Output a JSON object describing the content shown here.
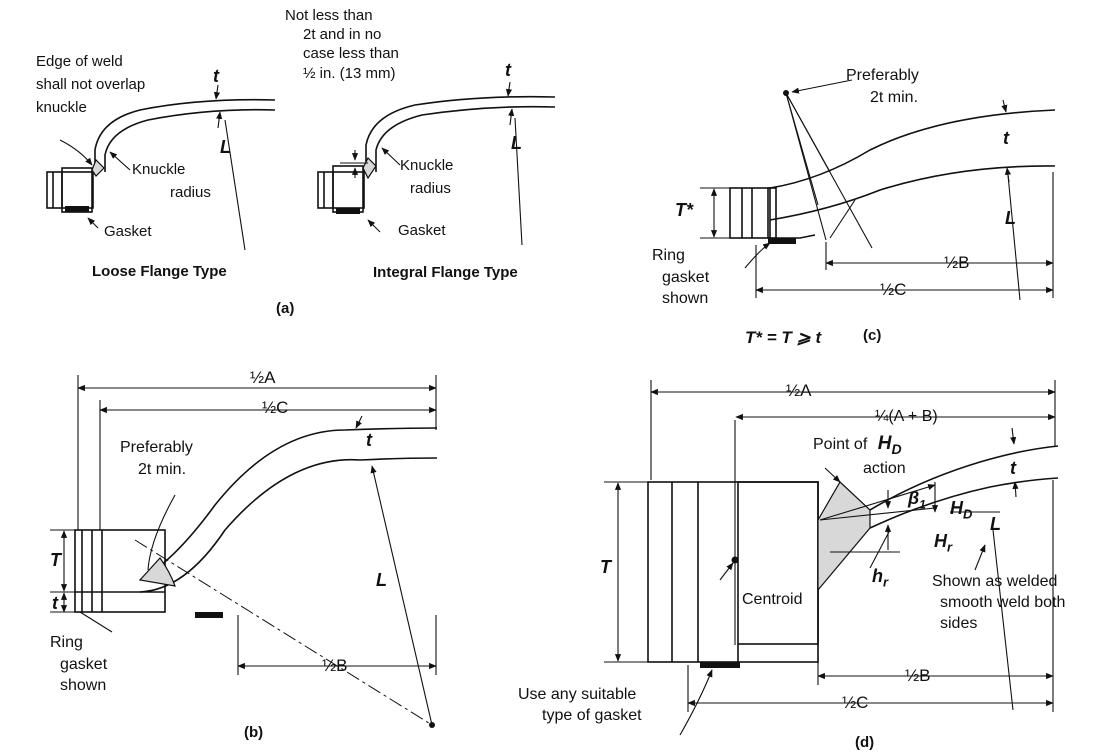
{
  "panel_a": {
    "note_weld": [
      "Edge of weld",
      "shall not overlap",
      "knuckle"
    ],
    "note_min": [
      "Not less than",
      "2t and in no",
      "case less than",
      "½ in. (13 mm)"
    ],
    "knuckle": [
      "Knuckle",
      "radius"
    ],
    "gasket": "Gasket",
    "t": "t",
    "L": "L",
    "caption_loose": "Loose Flange Type",
    "caption_integral": "Integral Flange Type",
    "label": "(a)"
  },
  "panel_b": {
    "half_A": "½A",
    "half_C": "½C",
    "half_B": "½B",
    "preferably": [
      "Preferably",
      "2t min."
    ],
    "T": "T",
    "t": "t",
    "L": "L",
    "ring": [
      "Ring",
      "gasket",
      "shown"
    ],
    "label": "(b)"
  },
  "panel_c": {
    "preferably": [
      "Preferably",
      "2t min."
    ],
    "t": "t",
    "T_star": "T*",
    "L": "L",
    "half_B": "½B",
    "half_C": "½C",
    "ring": [
      "Ring",
      "gasket",
      "shown"
    ],
    "equation": "T* = T ⩾ t",
    "label": "(c)"
  },
  "panel_d": {
    "half_A": "½A",
    "quarter": "¼(A + B)",
    "point_of": [
      "Point of",
      "action"
    ],
    "HD": "H",
    "HD_sub": "D",
    "Hr": "H",
    "Hr_sub": "r",
    "hr": "h",
    "hr_sub": "r",
    "beta": "β",
    "beta_sub": "1",
    "t": "t",
    "L": "L",
    "T": "T",
    "centroid": "Centroid",
    "shown_welded": [
      "Shown as welded",
      "smooth weld both",
      "sides"
    ],
    "use_gasket": [
      "Use any suitable",
      "type of gasket"
    ],
    "half_B": "½B",
    "half_C": "½C",
    "label": "(d)"
  }
}
